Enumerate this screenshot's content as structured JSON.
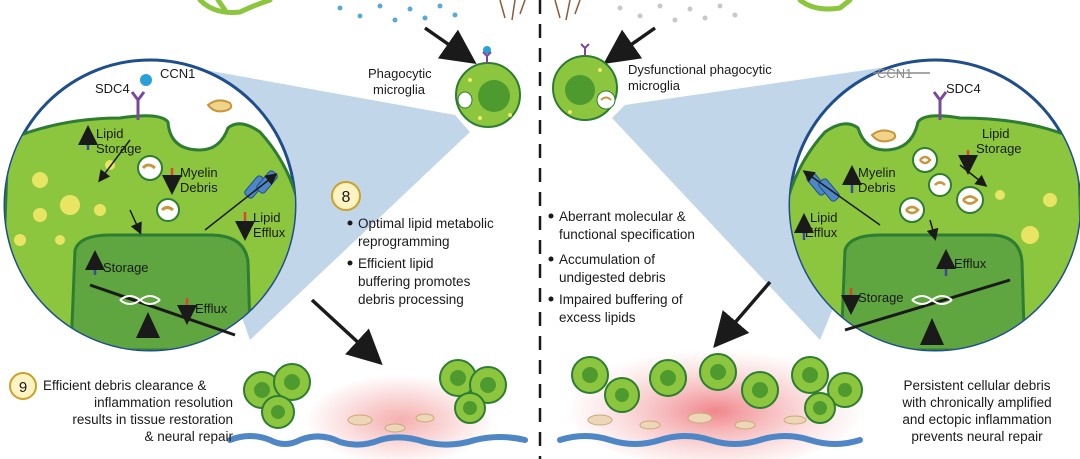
{
  "colors": {
    "cell_green": "#8cc63f",
    "cell_dark": "#2e7d32",
    "nucleus": "#5fa641",
    "wedge": "#b7cfe6",
    "inflammation": "#f4a6a6",
    "blue_vessel": "#4f86c6",
    "up_arrow": "#3a4aa0",
    "down_arrow": "#d9472b",
    "badge_fill": "#fff3c4"
  },
  "left": {
    "microglia_label": [
      "Phagocytic",
      "microglia"
    ],
    "ccn1": "CCN1",
    "sdc4": "SDC4",
    "lipid_storage": [
      "Lipid",
      "Storage"
    ],
    "myelin_debris": [
      "Myelin",
      "Debris"
    ],
    "lipid_efflux": [
      "Lipid",
      "Efflux"
    ],
    "storage": "Storage",
    "efflux": "Efflux",
    "badge": "8",
    "bullets": [
      [
        "Optimal lipid metabolic",
        "reprogramming"
      ],
      [
        "Efficient lipid",
        "buffering promotes",
        "debris processing"
      ]
    ],
    "badge_bottom": "9",
    "caption": [
      "Efficient debris clearance &",
      "inflammation resolution",
      "results in tissue restoration",
      "& neural repair"
    ]
  },
  "right": {
    "microglia_label": [
      "Dysfunctional phagocytic",
      "microglia"
    ],
    "ccn1": "CCN1",
    "sdc4": "SDC4",
    "lipid_storage": [
      "Lipid",
      "Storage"
    ],
    "myelin_debris": [
      "Myelin",
      "Debris"
    ],
    "lipid_efflux": [
      "Lipid",
      "Efflux"
    ],
    "storage": "Storage",
    "efflux": "Efflux",
    "bullets": [
      [
        "Aberrant molecular &",
        "functional specification"
      ],
      [
        "Accumulation of",
        "undigested debris"
      ],
      [
        "Impaired buffering of",
        "excess lipids"
      ]
    ],
    "caption": [
      "Persistent cellular debris",
      "with chronically amplified",
      "and ectopic inflammation",
      "prevents neural repair"
    ]
  }
}
